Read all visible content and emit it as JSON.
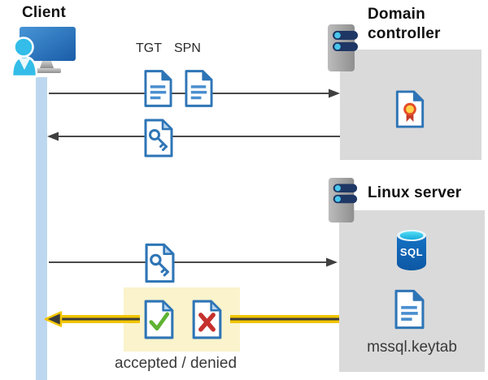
{
  "client": {
    "label": "Client"
  },
  "domain_controller": {
    "label": "Domain controller"
  },
  "linux_server": {
    "label": "Linux server",
    "sql_icon_label": "SQL",
    "keytab_file": "mssql.keytab"
  },
  "messages": {
    "ticket_request": {
      "ticket_labels": [
        "TGT",
        "SPN"
      ]
    },
    "ticket_response": {
      "icon": "key-document"
    },
    "service_ticket": {
      "icon": "key-document"
    },
    "auth_result": {
      "label": "accepted / denied",
      "icons": [
        "check-document",
        "cross-document"
      ]
    }
  },
  "colors": {
    "doc_border_blue": "#2e75b6",
    "doc_fold_light": "#b8d4ee",
    "doc_line_blue": "#4a8fd0",
    "lifeline_blue": "#bdd7f0",
    "panel_gray": "#dadada",
    "highlight_yellow_bg": "#faf3cc",
    "arrow_yellow": "#f2c500",
    "arrow_dark": "#3c3c3c",
    "check_green": "#5fb232",
    "cross_red": "#c5312d",
    "sql_blue": "#1263b2",
    "person_cyan": "#33bde8"
  }
}
